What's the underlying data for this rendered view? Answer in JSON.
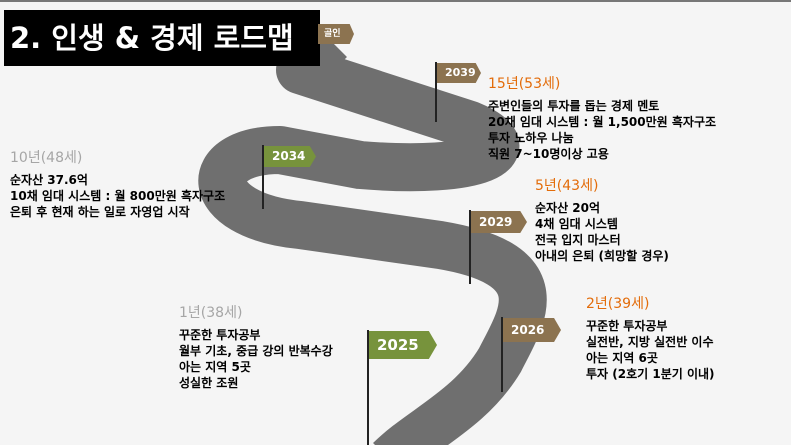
{
  "title": "2. 인생 & 경제 로드맵",
  "flags": {
    "goal": "골인",
    "y2039": "2039",
    "y2034": "2034",
    "y2029": "2029",
    "y2026": "2026",
    "y2025": "2025"
  },
  "milestones": {
    "m15": {
      "heading": "15년(53세)",
      "lines": [
        "주변인들의 투자를 돕는 경제 멘토",
        "20채 임대 시스템 : 월 1,500만원 흑자구조",
        "투자 노하우 나눔",
        "직원 7~10명이상 고용"
      ]
    },
    "m10": {
      "heading": "10년(48세)",
      "lines": [
        "순자산 37.6억",
        "10채 임대 시스템 : 월 800만원 흑자구조",
        "은퇴 후 현재 하는 일로 자영업 시작"
      ]
    },
    "m5": {
      "heading": "5년(43세)",
      "lines": [
        "순자산 20억",
        "4채 임대 시스템",
        "전국 입지 마스터",
        "아내의 은퇴 (희망할 경우)"
      ]
    },
    "m2": {
      "heading": "2년(39세)",
      "lines": [
        "꾸준한 투자공부",
        "실전반, 지방 실전반 이수",
        "아는 지역 6곳",
        "투자 (2호기 1분기 이내)"
      ]
    },
    "m1": {
      "heading": "1년(38세)",
      "lines": [
        "꾸준한 투자공부",
        "월부 기초, 중급 강의 반복수강",
        "아는 지역 5곳",
        "성실한 조원"
      ]
    }
  },
  "colors": {
    "road": "#6f6f6f",
    "green": "#77933c",
    "brown": "#8c7350",
    "orange": "#e36c0a"
  }
}
